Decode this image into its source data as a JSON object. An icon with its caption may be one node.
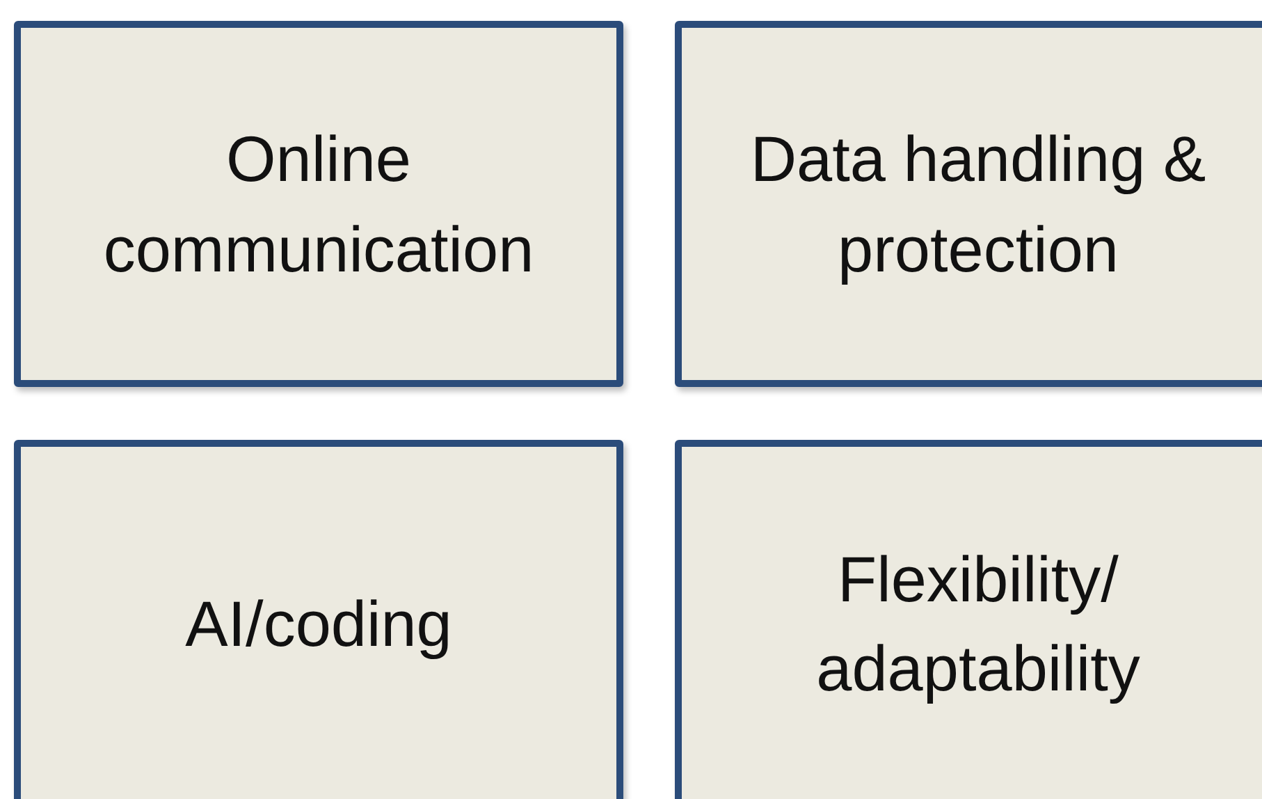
{
  "diagram": {
    "nodes": [
      {
        "text": [
          "Online communication"
        ]
      },
      {
        "text": [
          "Data handling & protection"
        ]
      },
      {
        "text": [
          "AI/coding"
        ]
      },
      {
        "text": [
          "Flexibility/ adaptability"
        ]
      }
    ]
  }
}
